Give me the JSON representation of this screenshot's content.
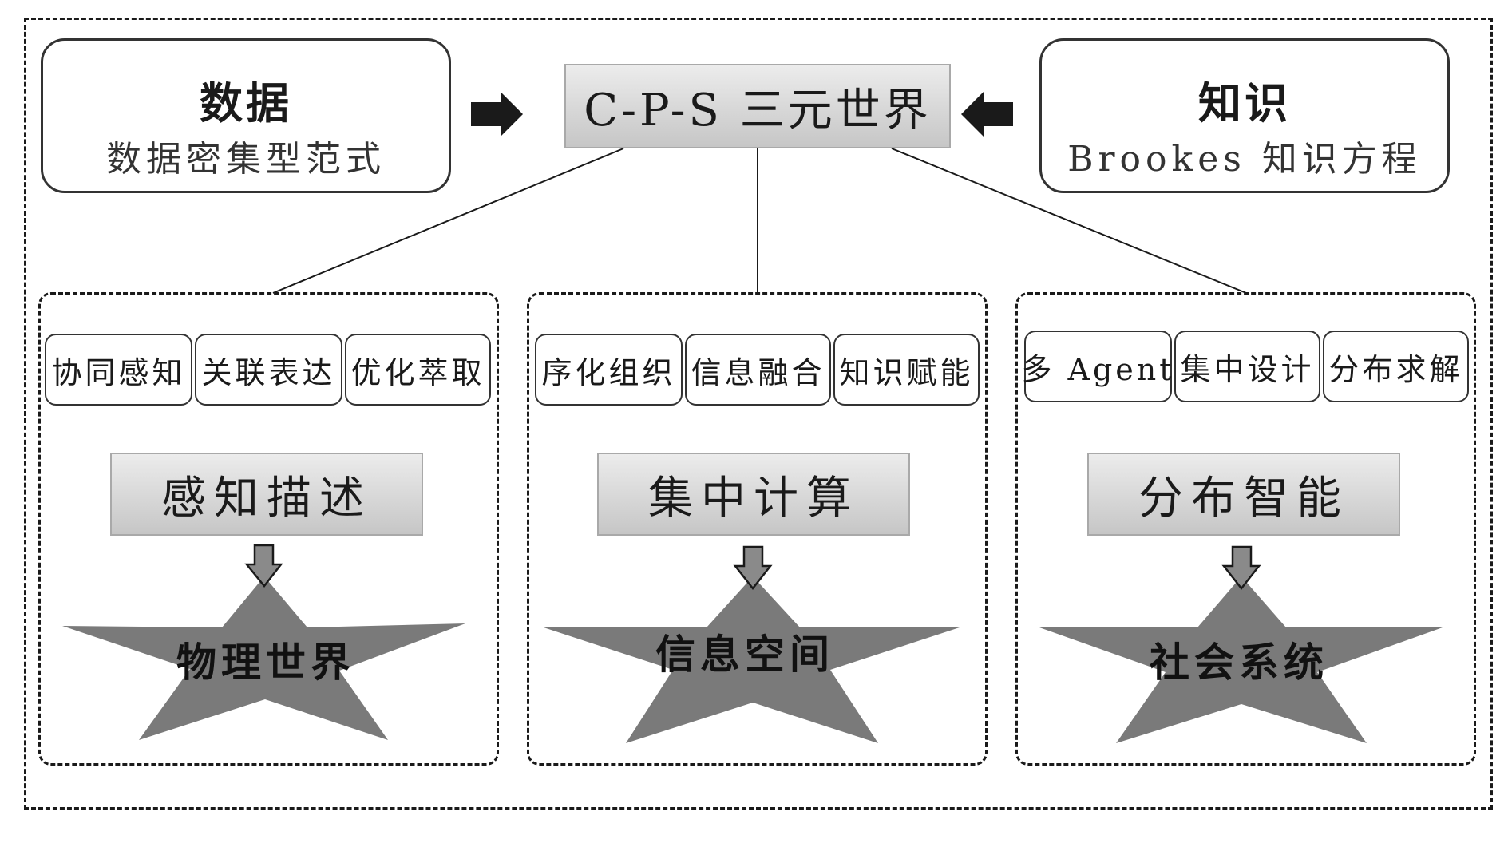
{
  "top": {
    "left_box": {
      "title": "数据",
      "subtitle": "数据密集型范式"
    },
    "center_box": {
      "label": "C-P-S 三元世界"
    },
    "right_box": {
      "title": "知识",
      "subtitle": "Brookes 知识方程"
    }
  },
  "sections": [
    {
      "tags": [
        "协同感知",
        "关联表达",
        "优化萃取"
      ],
      "method": "感知描述",
      "star_label": "物理世界"
    },
    {
      "tags": [
        "序化组织",
        "信息融合",
        "知识赋能"
      ],
      "method": "集中计算",
      "star_label": "信息空间"
    },
    {
      "tags": [
        "多 Agent",
        "集中设计",
        "分布求解"
      ],
      "method": "分布智能",
      "star_label": "社会系统"
    }
  ],
  "colors": {
    "star_fill": "#7a7a7a",
    "box_gradient_top": "#ececec",
    "box_gradient_bottom": "#c6c6c6"
  }
}
